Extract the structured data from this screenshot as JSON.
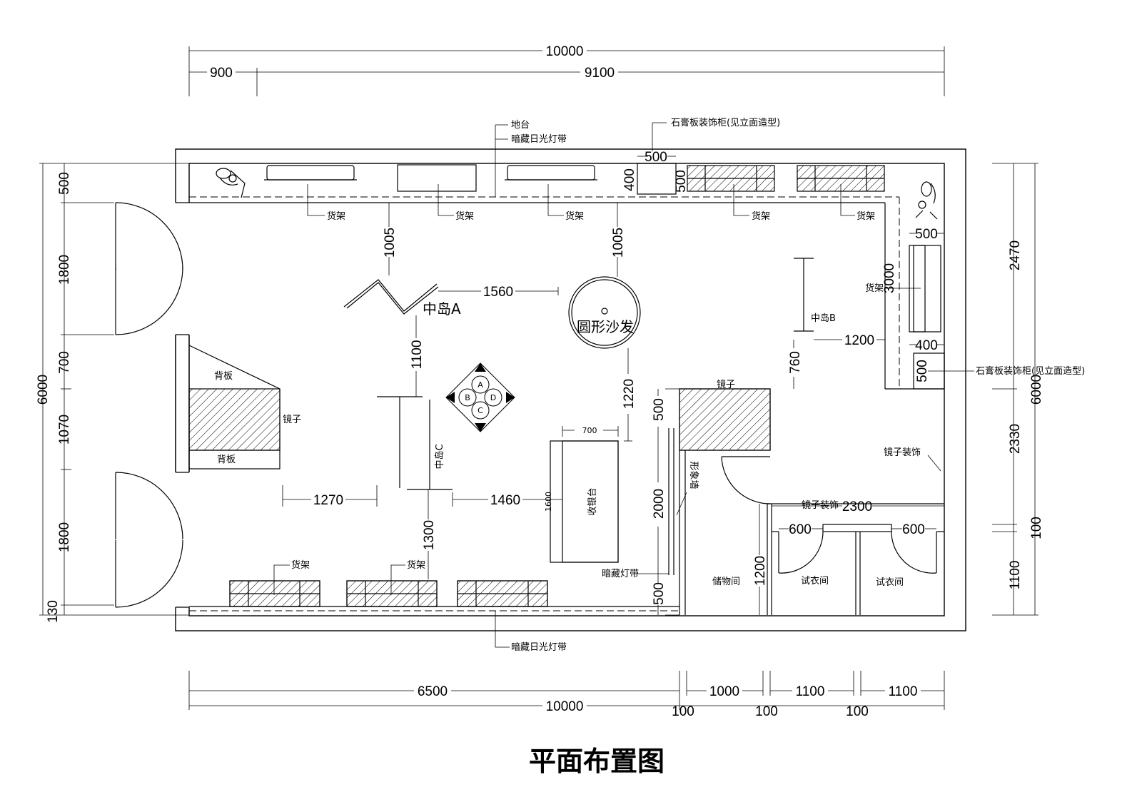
{
  "title": "平面布置图",
  "dims": {
    "top_total": "10000",
    "top_a": "900",
    "top_b": "9100",
    "left_a": "500",
    "left_b": "1800",
    "left_c": "700",
    "left_d": "1070",
    "left_e": "1800",
    "left_f": "130",
    "left_total": "6000",
    "right_a": "2470",
    "right_b": "2330",
    "right_c": "100",
    "right_d": "1100",
    "right_total": "6000",
    "bottom_a": "6500",
    "bottom_b": "1000",
    "bottom_c": "1100",
    "bottom_d": "1100",
    "bottom_total": "10000",
    "bottom_gap1": "100",
    "bottom_gap2": "100",
    "bottom_gap3": "100",
    "d_500_top": "500",
    "d_400_top": "400",
    "d_500_top_v": "500",
    "d_1005_left": "1005",
    "d_1005_right": "1005",
    "d_1560": "1560",
    "d_1100": "1100",
    "d_1220": "1220",
    "d_1270": "1270",
    "d_1460": "1460",
    "d_1300": "1300",
    "d_700": "700",
    "d_1600": "1600",
    "d_500_mid": "500",
    "d_2000": "2000",
    "d_500_bot": "500",
    "d_760": "760",
    "d_1200_right": "1200",
    "d_3000": "3000",
    "d_500_r": "500",
    "d_400_r": "400",
    "d_500_r2": "500",
    "d_2300": "2300",
    "d_600_l": "600",
    "d_600_r": "600",
    "d_1200_v": "1200"
  },
  "labels": {
    "ditai": "地台",
    "light_strip_top": "暗藏日光灯带",
    "gypsum_cabinet_top": "石膏板装饰柜(见立面造型)",
    "gypsum_cabinet_right": "石膏板装饰柜(见立面造型)",
    "shelf_1": "货架",
    "shelf_2": "货架",
    "shelf_3": "货架",
    "shelf_4": "货架",
    "shelf_5": "货架",
    "shelf_right": "货架",
    "shelf_bottom_1": "货架",
    "shelf_bottom_2": "货架",
    "island_a": "中岛A",
    "island_b": "中岛B",
    "island_c": "中岛C",
    "round_sofa": "圆形沙发",
    "back_board_top": "背板",
    "back_board_bottom": "背板",
    "mirror_left": "镜子",
    "mirror_top": "镜子",
    "image_wall": "形象墙",
    "cashier": "收银台",
    "mirror_deco_right": "镜子装饰",
    "mirror_deco_mid": "镜子装饰",
    "hidden_light": "暗藏灯带",
    "storage": "储物间",
    "fitting_1": "试衣间",
    "fitting_2": "试衣间",
    "light_strip_bottom": "暗藏日光灯带",
    "marker_a": "A",
    "marker_b": "B",
    "marker_c": "C",
    "marker_d": "D"
  }
}
